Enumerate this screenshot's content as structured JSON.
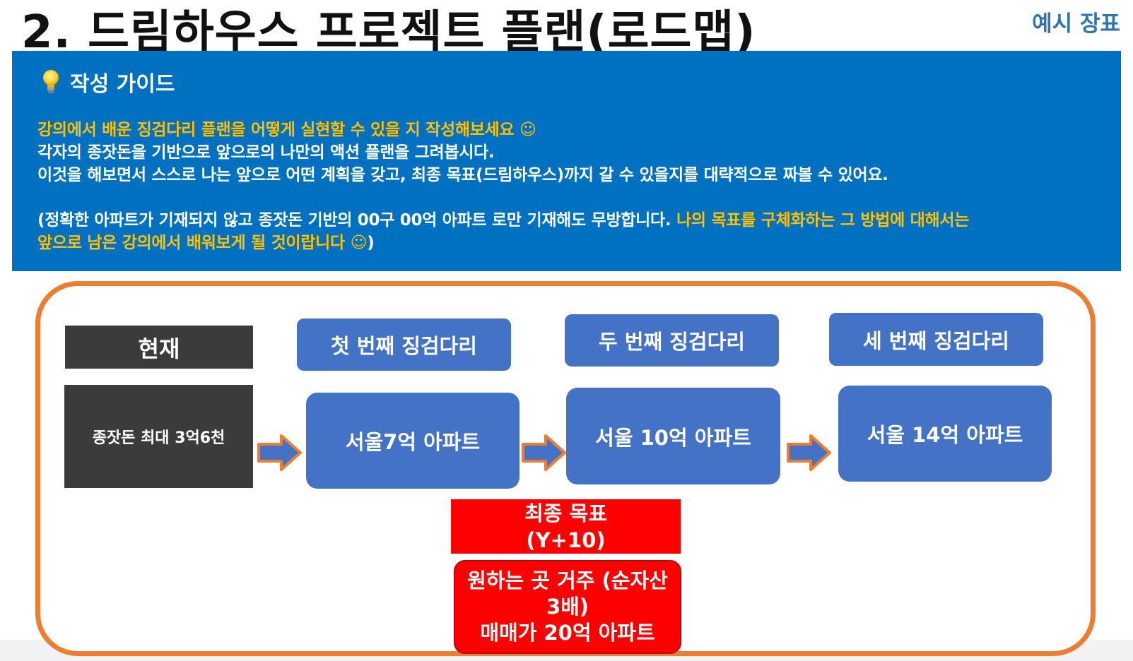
{
  "header": {
    "title": "2. 드림하우스 프로젝트 플랜(로드맵)",
    "corner_label": "예시 장표"
  },
  "guide": {
    "icon": "lightbulb-icon",
    "heading": "작성 가이드",
    "line1": "강의에서 배운 징검다리 플랜을 어떻게 실현할 수 있을 지 작성해보세요 ☺",
    "line2": "각자의 종잣돈을 기반으로 앞으로의 나만의 액션 플랜을 그려봅시다.",
    "line3": "이것을 해보면서 스스로 나는 앞으로 어떤 계획을 갖고, 최종 목표(드림하우스)까지 갈 수 있을지를 대략적으로 짜볼 수 있어요.",
    "line4_white": "(정확한 아파트가 기재되지 않고 종잣돈 기반의 00구 00억 아파트 로만 기재해도 무방합니다. ",
    "line4_yellow": "나의 목표를 구체화하는 그 방법에 대해서는",
    "line5_yellow": "앞으로 남은 강의에서 배워보게 될 것이랍니다 ☺",
    "line5_white": ")"
  },
  "roadmap": {
    "current_label": "현재",
    "current_value": "종잣돈 최대 3억6천",
    "steps": [
      {
        "label": "첫 번째 징검다리",
        "value": "서울7억 아파트"
      },
      {
        "label": "두 번째 징검다리",
        "value": "서울 10억 아파트"
      },
      {
        "label": "세 번째 징검다리",
        "value": "서울 14억 아파트"
      }
    ],
    "goal_title_line1": "최종 목표",
    "goal_title_line2": "(Y+10)",
    "goal_line1": "원하는 곳 거주 (순자산",
    "goal_line2": "3배)",
    "goal_line3": "매매가 20억 아파트"
  },
  "colors": {
    "panel_blue": "#0070c0",
    "highlight_yellow": "#ffc000",
    "frame_orange": "#ed7d31",
    "step_blue": "#4472c4",
    "goal_red": "#ff0000",
    "current_dark": "#3b3b3b"
  }
}
